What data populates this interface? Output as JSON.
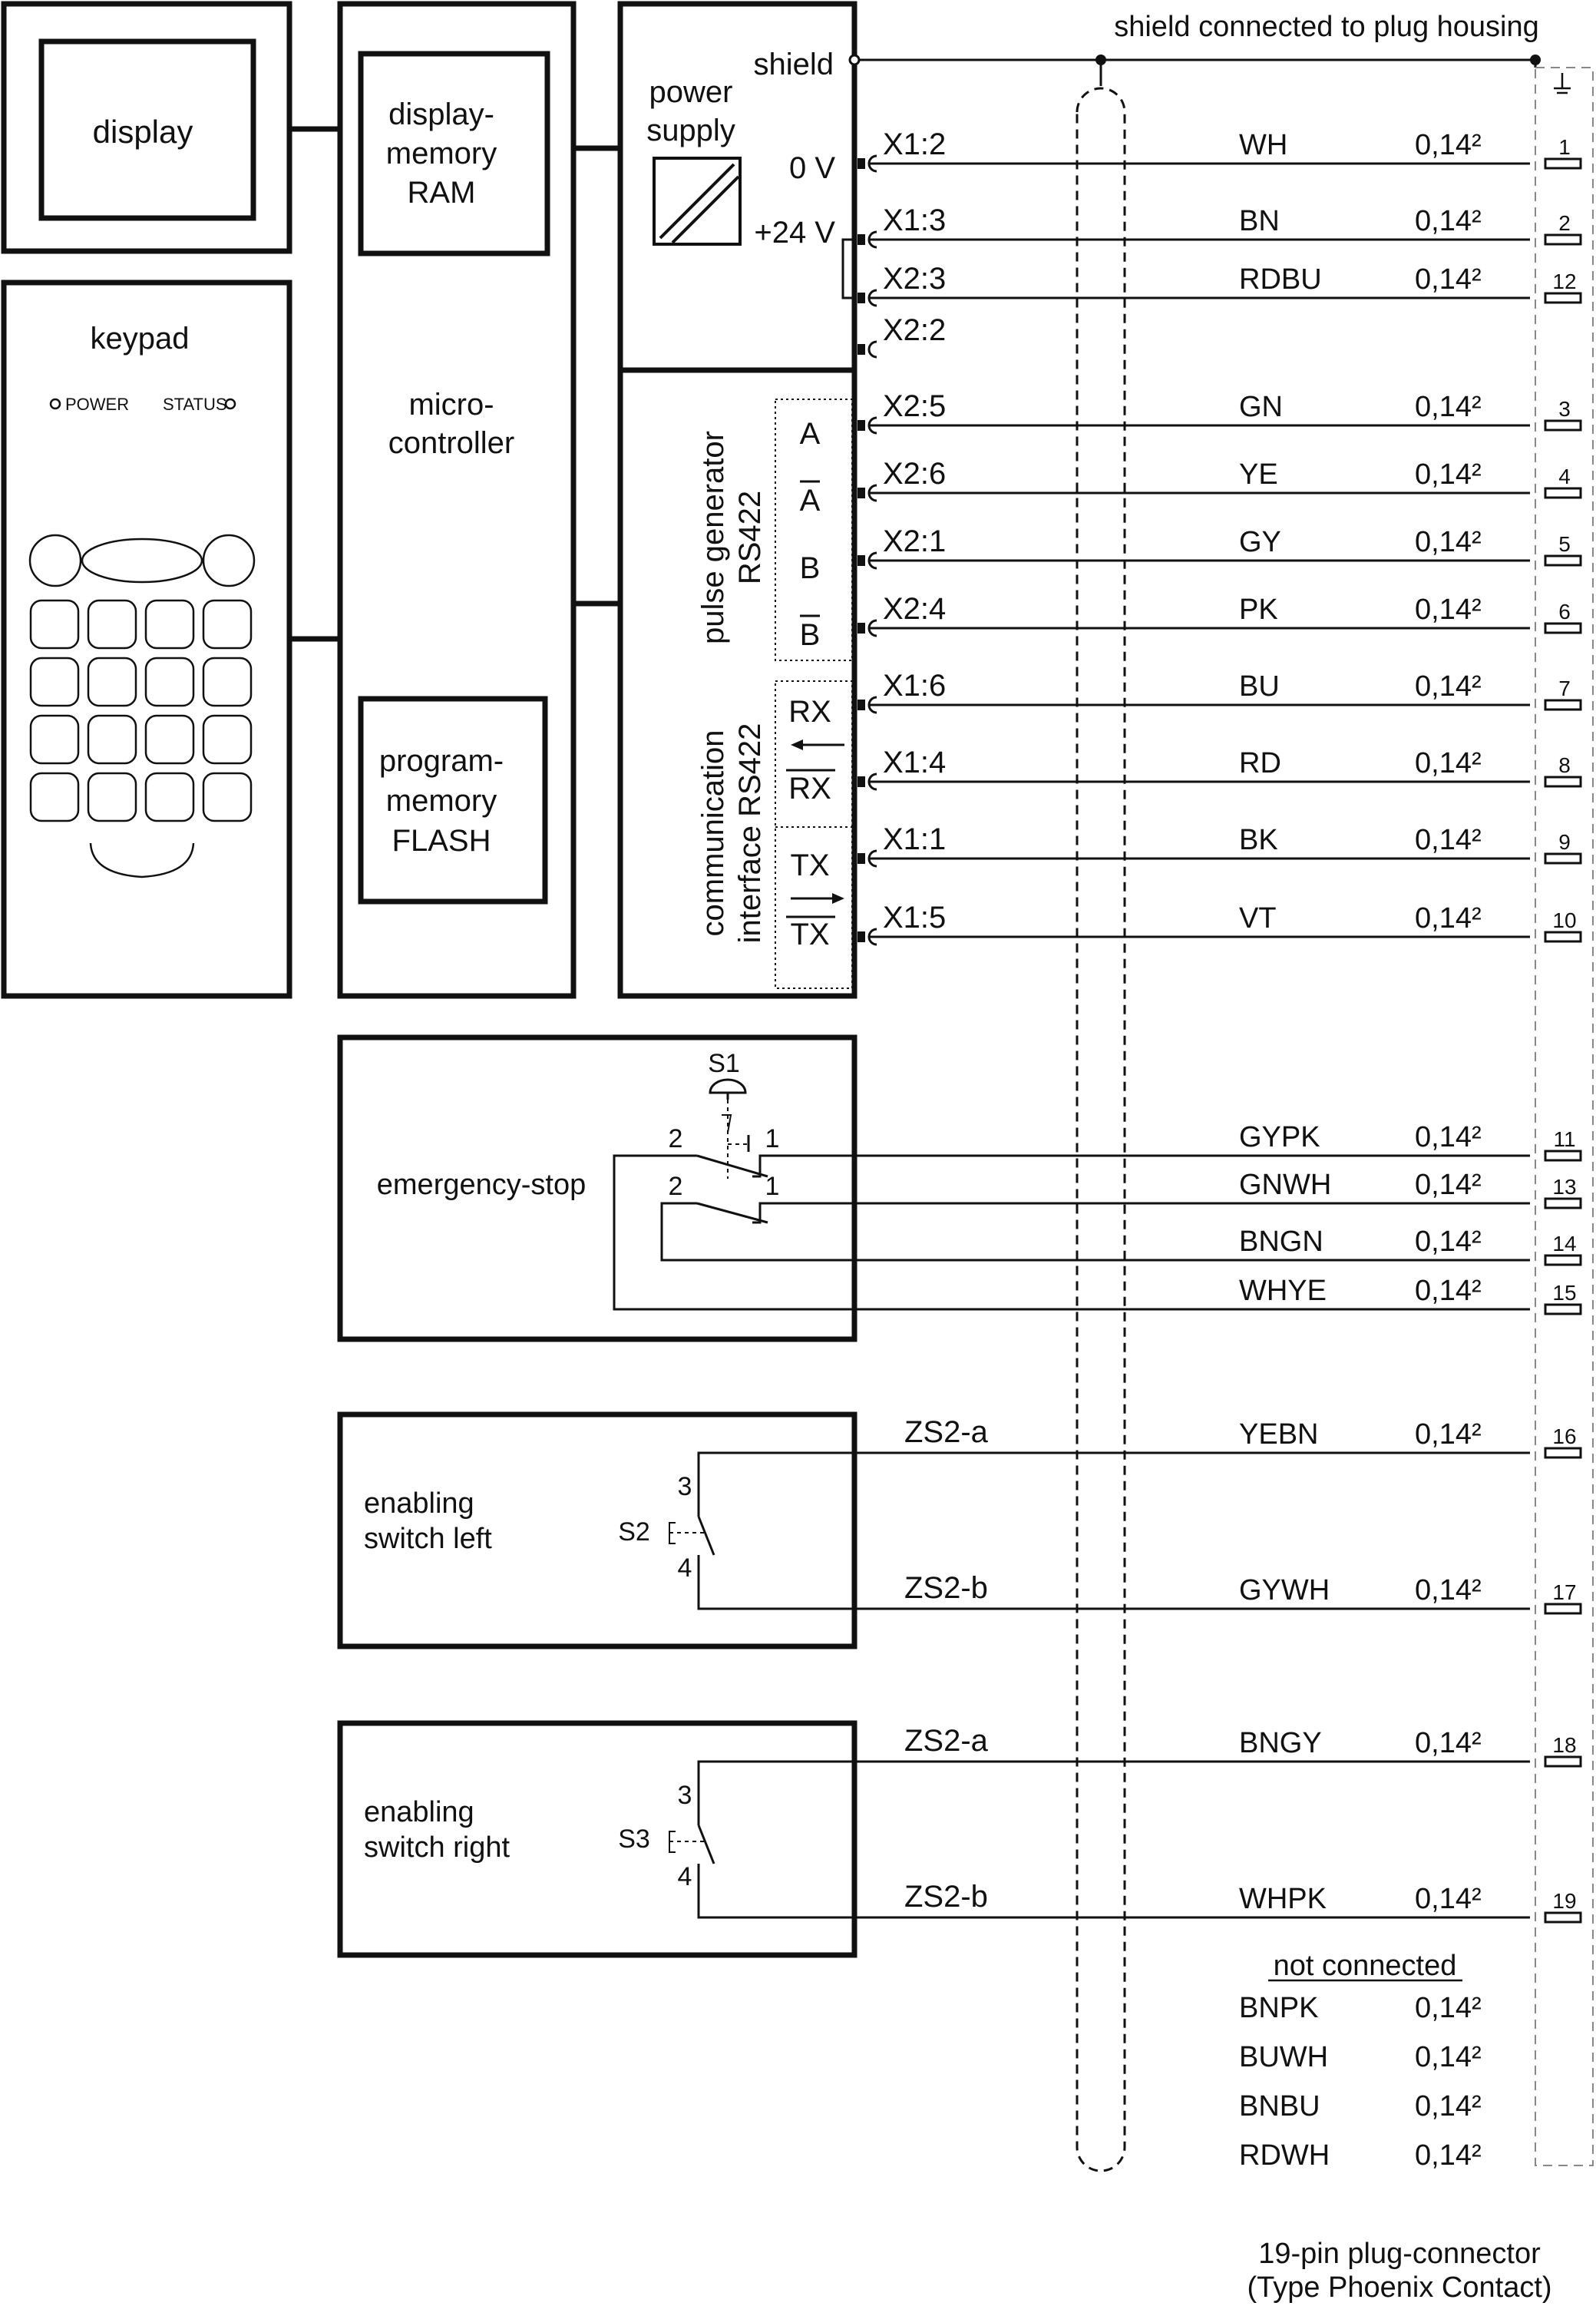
{
  "header": {
    "shield_note": "shield connected to plug housing"
  },
  "blocks": {
    "display": "display",
    "keypad": "keypad",
    "power_led": "POWER",
    "status_led": "STATUS",
    "ram": [
      "display-",
      "memory",
      "RAM"
    ],
    "micro": [
      "micro-",
      "controller"
    ],
    "flash": [
      "program-",
      "memory",
      "FLASH"
    ],
    "psu": [
      "power",
      "supply"
    ],
    "shield": "shield",
    "zero_v": "0 V",
    "plus24": "+24 V",
    "pulse": [
      "pulse generator",
      "RS422"
    ],
    "comm": [
      "communication",
      "interface RS422"
    ],
    "estop": "emergency-stop",
    "enable_left": [
      "enabling",
      "switch left"
    ],
    "enable_right": [
      "enabling",
      "switch right"
    ]
  },
  "signals": {
    "a": "A",
    "a_bar": "A",
    "b": "B",
    "b_bar": "B",
    "rx": "RX",
    "rx_bar": "RX",
    "tx": "TX",
    "tx_bar": "TX"
  },
  "switches": {
    "s1": "S1",
    "s2": "S2",
    "s3": "S3",
    "estop_pin_2a": "2",
    "estop_pin_1a": "1",
    "estop_pin_2b": "2",
    "estop_pin_1b": "1",
    "left_pin_3": "3",
    "left_pin_4": "4",
    "right_pin_3": "3",
    "right_pin_4": "4"
  },
  "wires": [
    {
      "term": "X1:2",
      "color": "WH",
      "size": "0,14²",
      "pin": "1"
    },
    {
      "term": "X1:3",
      "color": "BN",
      "size": "0,14²",
      "pin": "2"
    },
    {
      "term": "X2:3",
      "color": "RDBU",
      "size": "0,14²",
      "pin": "12"
    },
    {
      "term": "X2:2"
    },
    {
      "term": "X2:5",
      "color": "GN",
      "size": "0,14²",
      "pin": "3"
    },
    {
      "term": "X2:6",
      "color": "YE",
      "size": "0,14²",
      "pin": "4"
    },
    {
      "term": "X2:1",
      "color": "GY",
      "size": "0,14²",
      "pin": "5"
    },
    {
      "term": "X2:4",
      "color": "PK",
      "size": "0,14²",
      "pin": "6"
    },
    {
      "term": "X1:6",
      "color": "BU",
      "size": "0,14²",
      "pin": "7"
    },
    {
      "term": "X1:4",
      "color": "RD",
      "size": "0,14²",
      "pin": "8"
    },
    {
      "term": "X1:1",
      "color": "BK",
      "size": "0,14²",
      "pin": "9"
    },
    {
      "term": "X1:5",
      "color": "VT",
      "size": "0,14²",
      "pin": "10"
    },
    {
      "color": "GYPK",
      "size": "0,14²",
      "pin": "11"
    },
    {
      "color": "GNWH",
      "size": "0,14²",
      "pin": "13"
    },
    {
      "color": "BNGN",
      "size": "0,14²",
      "pin": "14"
    },
    {
      "color": "WHYE",
      "size": "0,14²",
      "pin": "15"
    },
    {
      "term": "ZS2-a",
      "color": "YEBN",
      "size": "0,14²",
      "pin": "16"
    },
    {
      "term": "ZS2-b",
      "color": "GYWH",
      "size": "0,14²",
      "pin": "17"
    },
    {
      "term": "ZS2-a",
      "color": "BNGY",
      "size": "0,14²",
      "pin": "18"
    },
    {
      "term": "ZS2-b",
      "color": "WHPK",
      "size": "0,14²",
      "pin": "19"
    }
  ],
  "not_connected": {
    "title": "not connected",
    "items": [
      {
        "color": "BNPK",
        "size": "0,14²"
      },
      {
        "color": "BUWH",
        "size": "0,14²"
      },
      {
        "color": "BNBU",
        "size": "0,14²"
      },
      {
        "color": "RDWH",
        "size": "0,14²"
      }
    ]
  },
  "footer": {
    "line1": "19-pin plug-connector",
    "line2": "(Type Phoenix Contact)"
  }
}
